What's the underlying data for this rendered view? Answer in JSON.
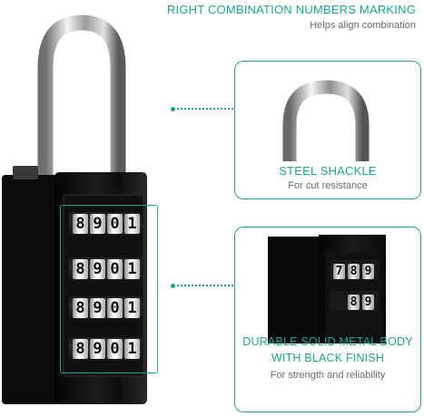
{
  "features": {
    "marking": {
      "title": "RIGHT COMBINATION NUMBERS MARKING",
      "caption": "Helps align combination"
    },
    "shackle": {
      "title": "STEEL SHACKLE",
      "caption": "For cut resistance"
    },
    "body": {
      "title_line1": "DURABLE SOLID METAL BODY",
      "title_line2": "WITH BLACK FINISH",
      "caption": "For strength and reliability"
    }
  },
  "lock": {
    "dial_rows": [
      [
        "8",
        "9",
        "0",
        "1"
      ],
      [
        "8",
        "9",
        "0",
        "1"
      ],
      [
        "8",
        "9",
        "0",
        "1"
      ],
      [
        "8",
        "9",
        "0",
        "1"
      ]
    ],
    "zoom_dials": [
      [
        "7",
        "8",
        "9"
      ],
      [
        "8",
        "9"
      ]
    ]
  },
  "colors": {
    "accent": "#1aa68c",
    "body": "#111111",
    "caption": "#6a6a6a"
  }
}
